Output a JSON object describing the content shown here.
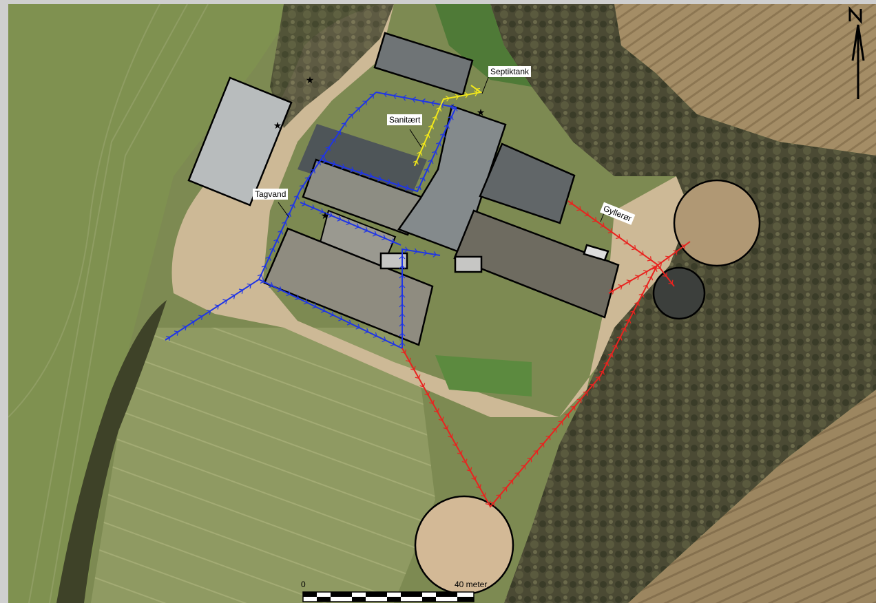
{
  "labels": {
    "septiktank": "Septiktank",
    "sanitaert": "Sanitært",
    "tagvand": "Tagvand",
    "gylleror": "Gyllerør"
  },
  "north_arrow": {
    "letter": "N"
  },
  "scale_bar": {
    "start": "0",
    "end": "40 meter"
  },
  "colors": {
    "tagvand_line": "#1f35e6",
    "sanitaert_line": "#f2e81a",
    "gylleror_line": "#e8231f",
    "building_outline": "#000000"
  }
}
